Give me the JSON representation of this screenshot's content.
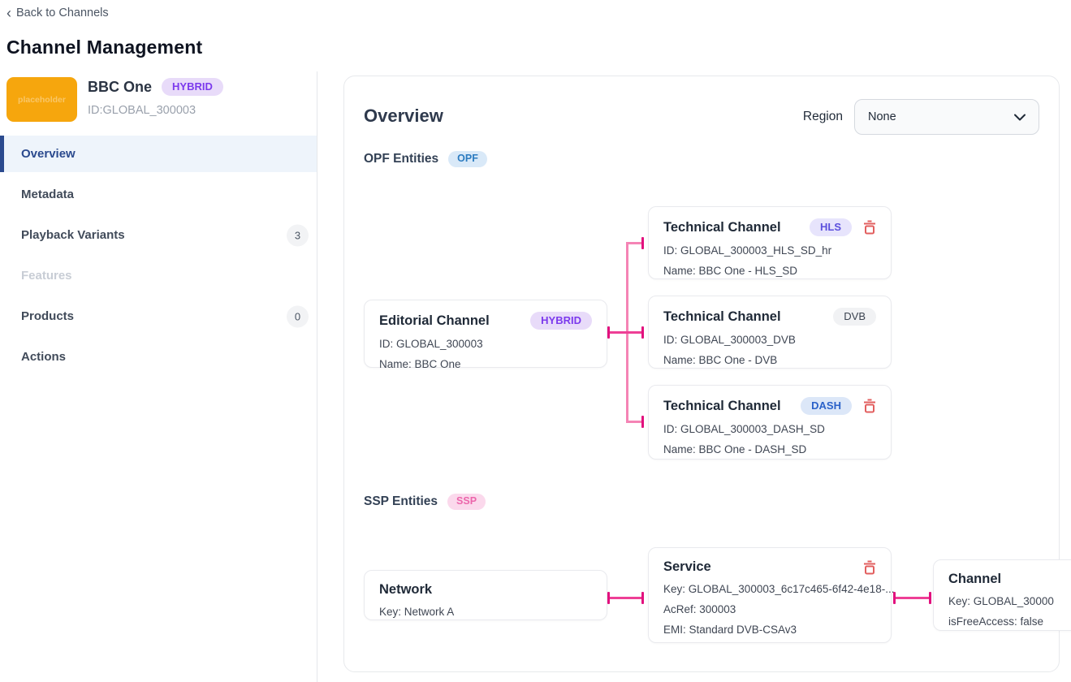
{
  "header": {
    "back_label": "Back to Channels",
    "back_chevron": "‹",
    "title": "Channel Management"
  },
  "sidebar": {
    "logo_text": "placeholder",
    "channel_name": "BBC One",
    "channel_badge": "HYBRID",
    "channel_id": "ID:GLOBAL_300003",
    "items": [
      {
        "label": "Overview",
        "state": "active"
      },
      {
        "label": "Metadata"
      },
      {
        "label": "Playback Variants",
        "badge": "3"
      },
      {
        "label": "Features",
        "state": "disabled"
      },
      {
        "label": "Products",
        "badge": "0"
      },
      {
        "label": "Actions"
      }
    ]
  },
  "main": {
    "title": "Overview",
    "region_label": "Region",
    "region_value": "None",
    "opf": {
      "heading": "OPF Entities",
      "badge": "OPF",
      "editorial": {
        "title": "Editorial Channel",
        "badge": "HYBRID",
        "line1": "ID: GLOBAL_300003",
        "line2": "Name: BBC One"
      },
      "technical": [
        {
          "title": "Technical Channel",
          "badge": "HLS",
          "line1": "ID: GLOBAL_300003_HLS_SD_hr",
          "line2": "Name: BBC One - HLS_SD"
        },
        {
          "title": "Technical Channel",
          "badge": "DVB",
          "line1": "ID: GLOBAL_300003_DVB",
          "line2": "Name: BBC One - DVB"
        },
        {
          "title": "Technical Channel",
          "badge": "DASH",
          "line1": "ID: GLOBAL_300003_DASH_SD",
          "line2": "Name: BBC One - DASH_SD"
        }
      ]
    },
    "ssp": {
      "heading": "SSP Entities",
      "badge": "SSP",
      "network": {
        "title": "Network",
        "line1": "Key: Network A"
      },
      "service": {
        "title": "Service",
        "line1": "Key: GLOBAL_300003_6c17c465-6f42-4e18-...",
        "line2": "AcRef: 300003",
        "line3": "EMI: Standard DVB-CSAv3"
      },
      "channel": {
        "title": "Channel",
        "line1": "Key: GLOBAL_30000",
        "line2": "isFreeAccess: false"
      }
    }
  },
  "colors": {
    "accent_pink": "#ee3f96",
    "connector_light": "#f584b5",
    "connector_cap": "#e2117e",
    "active_nav_blue": "#2b4a8e",
    "logo_orange": "#f6a60d",
    "danger_red": "#e25f5f"
  }
}
